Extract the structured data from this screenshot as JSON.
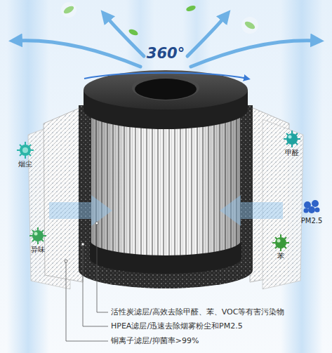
{
  "diagram": {
    "labels": [
      "360°",
      "烟尘",
      "异味",
      "甲醛",
      "PM2.5",
      "苯",
      "活性炭滤层/高效去除甲醛、苯、VOC等有害污染物",
      "HPEA滤层/迅速去除烟雾粉尘和PM2.5",
      "铜离子滤层/抑菌率>99%"
    ]
  }
}
